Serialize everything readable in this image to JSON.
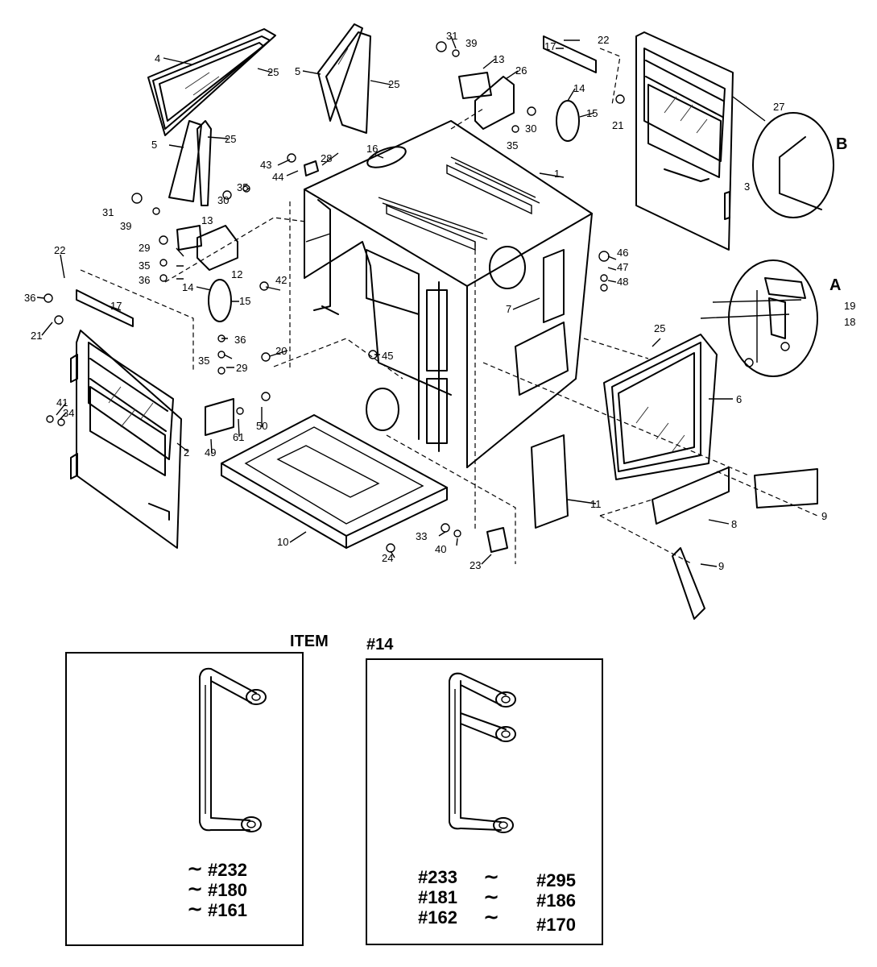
{
  "callouts": [
    "1",
    "2",
    "3",
    "4",
    "5",
    "5",
    "6",
    "7",
    "8",
    "9",
    "9",
    "10",
    "11",
    "12",
    "13",
    "13",
    "14",
    "14",
    "15",
    "15",
    "16",
    "17",
    "17",
    "18",
    "19",
    "20",
    "21",
    "21",
    "22",
    "22",
    "23",
    "24",
    "25",
    "25",
    "25",
    "25",
    "26",
    "27",
    "28",
    "29",
    "29",
    "30",
    "30",
    "31",
    "31",
    "33",
    "34",
    "35",
    "35",
    "35",
    "35",
    "36",
    "36",
    "36",
    "39",
    "39",
    "40",
    "41",
    "42",
    "43",
    "44",
    "45",
    "46",
    "47",
    "48",
    "49",
    "50",
    "61"
  ],
  "detail_labels": {
    "a": "A",
    "b": "B"
  },
  "item_title": {
    "word": "ITEM",
    "number": "#14"
  },
  "box_left": {
    "codes": [
      "#232",
      "#180",
      "#161"
    ],
    "tilde": "~"
  },
  "box_right": {
    "codes_left": [
      "#233",
      "#181",
      "#162"
    ],
    "codes_right": [
      "#295",
      "#186",
      "#170"
    ],
    "tilde": "~"
  }
}
